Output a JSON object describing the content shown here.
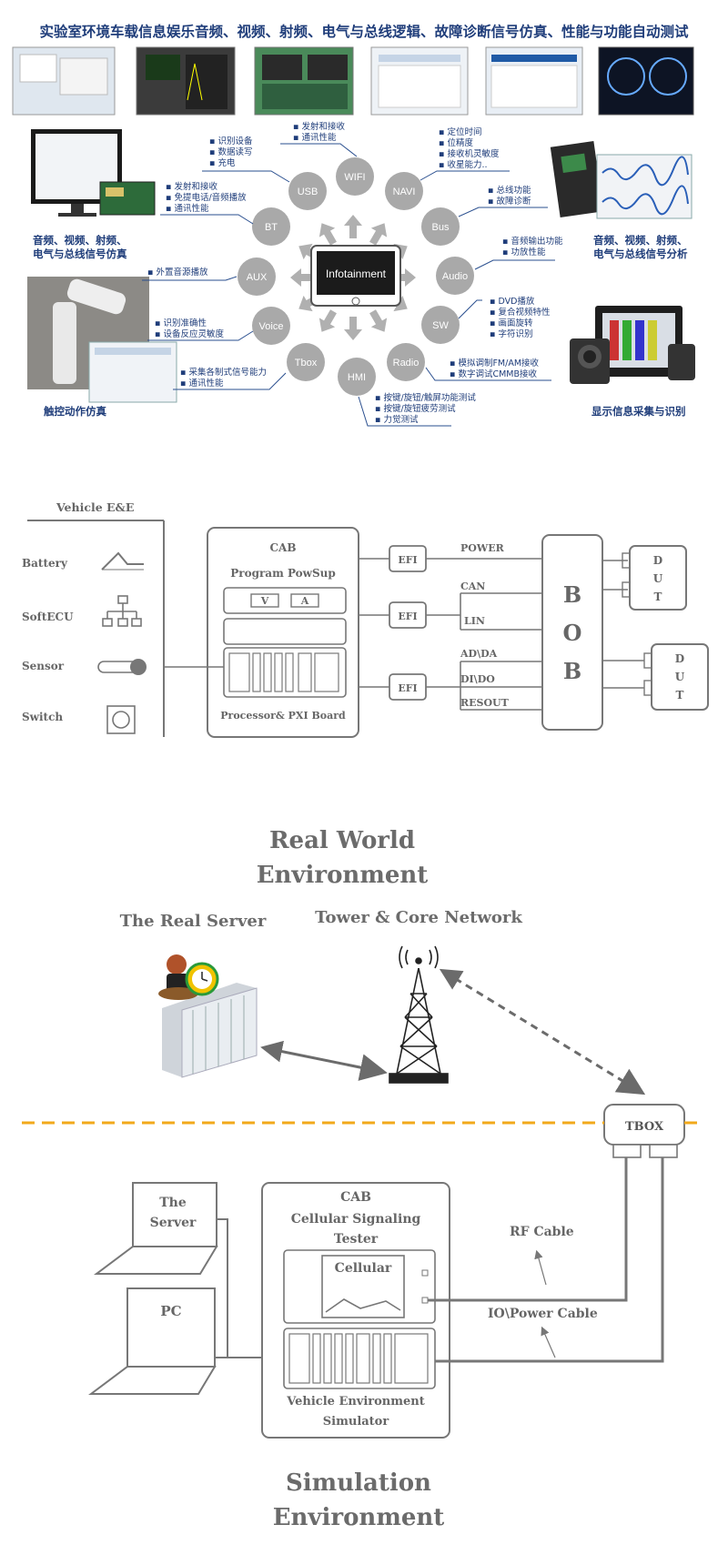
{
  "header": {
    "title": "实验室环境车载信息娱乐音频、视频、射频、电气与总线逻辑、故障诊断信号仿真、性能与功能自动测试"
  },
  "infotainment": {
    "center": "Infotainment",
    "nodes": [
      "WIFI",
      "NAVI",
      "Bus",
      "Audio",
      "SW",
      "Radio",
      "HMI",
      "Tbox",
      "Voice",
      "AUX",
      "BT",
      "USB"
    ],
    "notes": {
      "wifi": [
        "发射和接收",
        "通讯性能"
      ],
      "usb": [
        "识别设备",
        "数据读写",
        "充电"
      ],
      "navi": [
        "定位时间",
        "位精度",
        "接收机灵敏度",
        "收星能力.."
      ],
      "bus": [
        "总线功能",
        "故障诊断"
      ],
      "audio": [
        "音频输出功能",
        "功放性能"
      ],
      "sw": [
        "DVD播放",
        "复合视频特性",
        "画面旋转",
        "字符识别"
      ],
      "radio": [
        "模拟调制FM/AM接收",
        "数字调试CMMB接收"
      ],
      "hmi": [
        "按键/旋钮/触屏功能测试",
        "按键/旋钮疲劳测试",
        "力觉测试"
      ],
      "tbox": [
        "采集各制式信号能力",
        "通讯性能"
      ],
      "voice": [
        "识别准确性",
        "设备反应灵敏度"
      ],
      "aux": [
        "外置音源播放"
      ],
      "bt": [
        "发射和接收",
        "免提电话/音频播放",
        "通讯性能"
      ]
    },
    "captions": {
      "left_top": [
        "音频、视频、射频、",
        "电气与总线信号仿真"
      ],
      "right_top": [
        "音频、视频、射频、",
        "电气与总线信号分析"
      ],
      "left_bottom": "触控动作仿真",
      "right_bottom": "显示信息采集与识别"
    }
  },
  "ee": {
    "title": "Vehicle E&E",
    "items": [
      "Battery",
      "SoftECU",
      "Sensor",
      "Switch"
    ],
    "cab_title": "CAB",
    "cab_sub": "Program PowSup",
    "v": "V",
    "a": "A",
    "processor": "Processor& PXI Board",
    "efi": "EFI",
    "signals": [
      "POWER",
      "CAN",
      "LIN",
      "AD\\DA",
      "DI\\DO",
      "RESOUT"
    ],
    "bob": [
      "B",
      "O",
      "B"
    ],
    "dut": [
      "D",
      "U",
      "T"
    ]
  },
  "net": {
    "title1": "Real World",
    "title2": "Environment",
    "server": "The Real Server",
    "tower": "Tower & Core Network",
    "tbox": "TBOX",
    "the_server": [
      "The",
      "Server"
    ],
    "pc": "PC",
    "cab": "CAB",
    "cst": [
      "Cellular Signaling",
      "Tester"
    ],
    "cellular": "Cellular",
    "ves": [
      "Vehicle Environment",
      "Simulator"
    ],
    "rf": "RF Cable",
    "io": "IO\\Power Cable",
    "sim1": "Simulation",
    "sim2": "Environment"
  },
  "colors": {
    "navy": "#1f3d7a",
    "grey": "#6b6b6b",
    "node": "#a9a9a9",
    "dash": "#f2a91b"
  }
}
